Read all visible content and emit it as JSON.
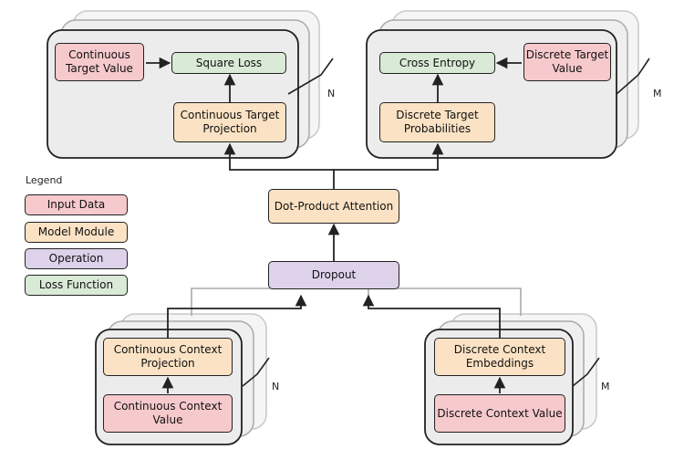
{
  "legend": {
    "title": "Legend",
    "items": [
      {
        "label": "Input Data",
        "kind": "input"
      },
      {
        "label": "Model Module",
        "kind": "module"
      },
      {
        "label": "Operation",
        "kind": "operation"
      },
      {
        "label": "Loss Function",
        "kind": "loss"
      }
    ]
  },
  "colors": {
    "input": "#f6c9cc",
    "module": "#fbe2c4",
    "operation": "#ddd2ea",
    "loss": "#d9ead6",
    "group_fill": "#ececec",
    "edge": "#222222"
  },
  "top_left_group": {
    "continuous_target_value": "Continuous Target Value",
    "square_loss": "Square Loss",
    "continuous_target_projection": "Continuous Target Projection",
    "multiplicity": "N"
  },
  "top_right_group": {
    "cross_entropy": "Cross Entropy",
    "discrete_target_value": "Discrete Target Value",
    "discrete_target_probabilities": "Discrete Target Probabilities",
    "multiplicity": "M"
  },
  "center": {
    "attention": "Dot-Product Attention",
    "dropout": "Dropout"
  },
  "bottom_left_group": {
    "continuous_context_projection": "Continuous Context Projection",
    "continuous_context_value": "Continuous Context Value",
    "multiplicity": "N"
  },
  "bottom_right_group": {
    "discrete_context_embeddings": "Discrete Context Embeddings",
    "discrete_context_value": "Discrete Context Value",
    "multiplicity": "M"
  }
}
